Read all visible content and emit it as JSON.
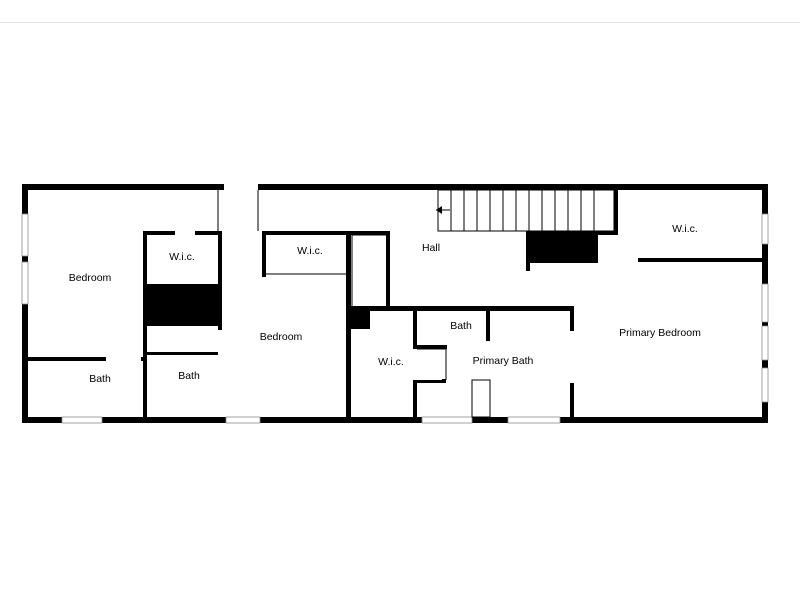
{
  "floorplan": {
    "rooms": {
      "bedroom_left": "Bedroom",
      "wic_left": "W.i.c.",
      "bath_lower_left": "Bath",
      "bath_center_left": "Bath",
      "wic_center": "W.i.c.",
      "bedroom_center": "Bedroom",
      "hall": "Hall",
      "wic_lower": "W.i.c.",
      "bath_small": "Bath",
      "primary_bath": "Primary Bath",
      "wic_right": "W.i.c.",
      "primary_bedroom": "Primary Bedroom"
    }
  }
}
